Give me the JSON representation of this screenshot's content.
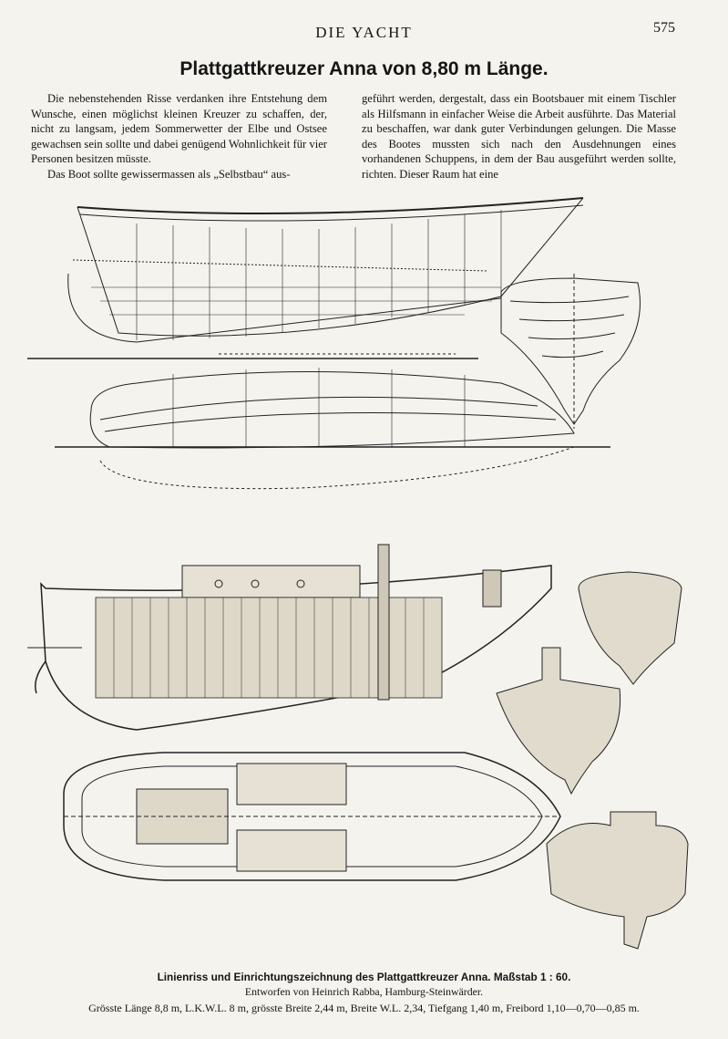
{
  "header": {
    "running_title": "DIE YACHT",
    "page_number": "575"
  },
  "article": {
    "title": "Plattgattkreuzer Anna von 8,80 m Länge.",
    "left_column": [
      "Die nebenstehenden Risse verdanken ihre Entstehung dem Wunsche, einen möglichst kleinen Kreuzer zu schaffen, der, nicht zu langsam, jedem Sommerwetter der Elbe und Ostsee gewachsen sein sollte und dabei genügend Wohnlichkeit für vier Personen besitzen müsste.",
      "Das Boot sollte gewissermassen als „Selbstbau“ aus-"
    ],
    "right_column": [
      "geführt werden, dergestalt, dass ein Bootsbauer mit einem Tischler als Hilfsmann in einfacher Weise die Arbeit ausführte. Das Material zu beschaffen, war dank guter Verbindungen gelungen. Die Masse des Bootes mussten sich nach den Ausdehnungen eines vorhandenen Schuppens, in dem der Bau ausgeführt werden sollte, richten. Dieser Raum hat eine"
    ]
  },
  "figure": {
    "caption_title": "Linienriss und Einrichtungszeichnung des Plattgattkreuzer Anna.",
    "scale": "Maßstab 1 : 60.",
    "designer_line": "Entworfen von Heinrich Rabba, Hamburg-Steinwärder.",
    "dimensions_line": "Grösste Länge 8,8 m, L.K.W.L. 8 m, grösste Breite 2,44 m, Breite W.L. 2,34, Tiefgang 1,40 m, Freibord 1,10—0,70—0,85 m."
  }
}
